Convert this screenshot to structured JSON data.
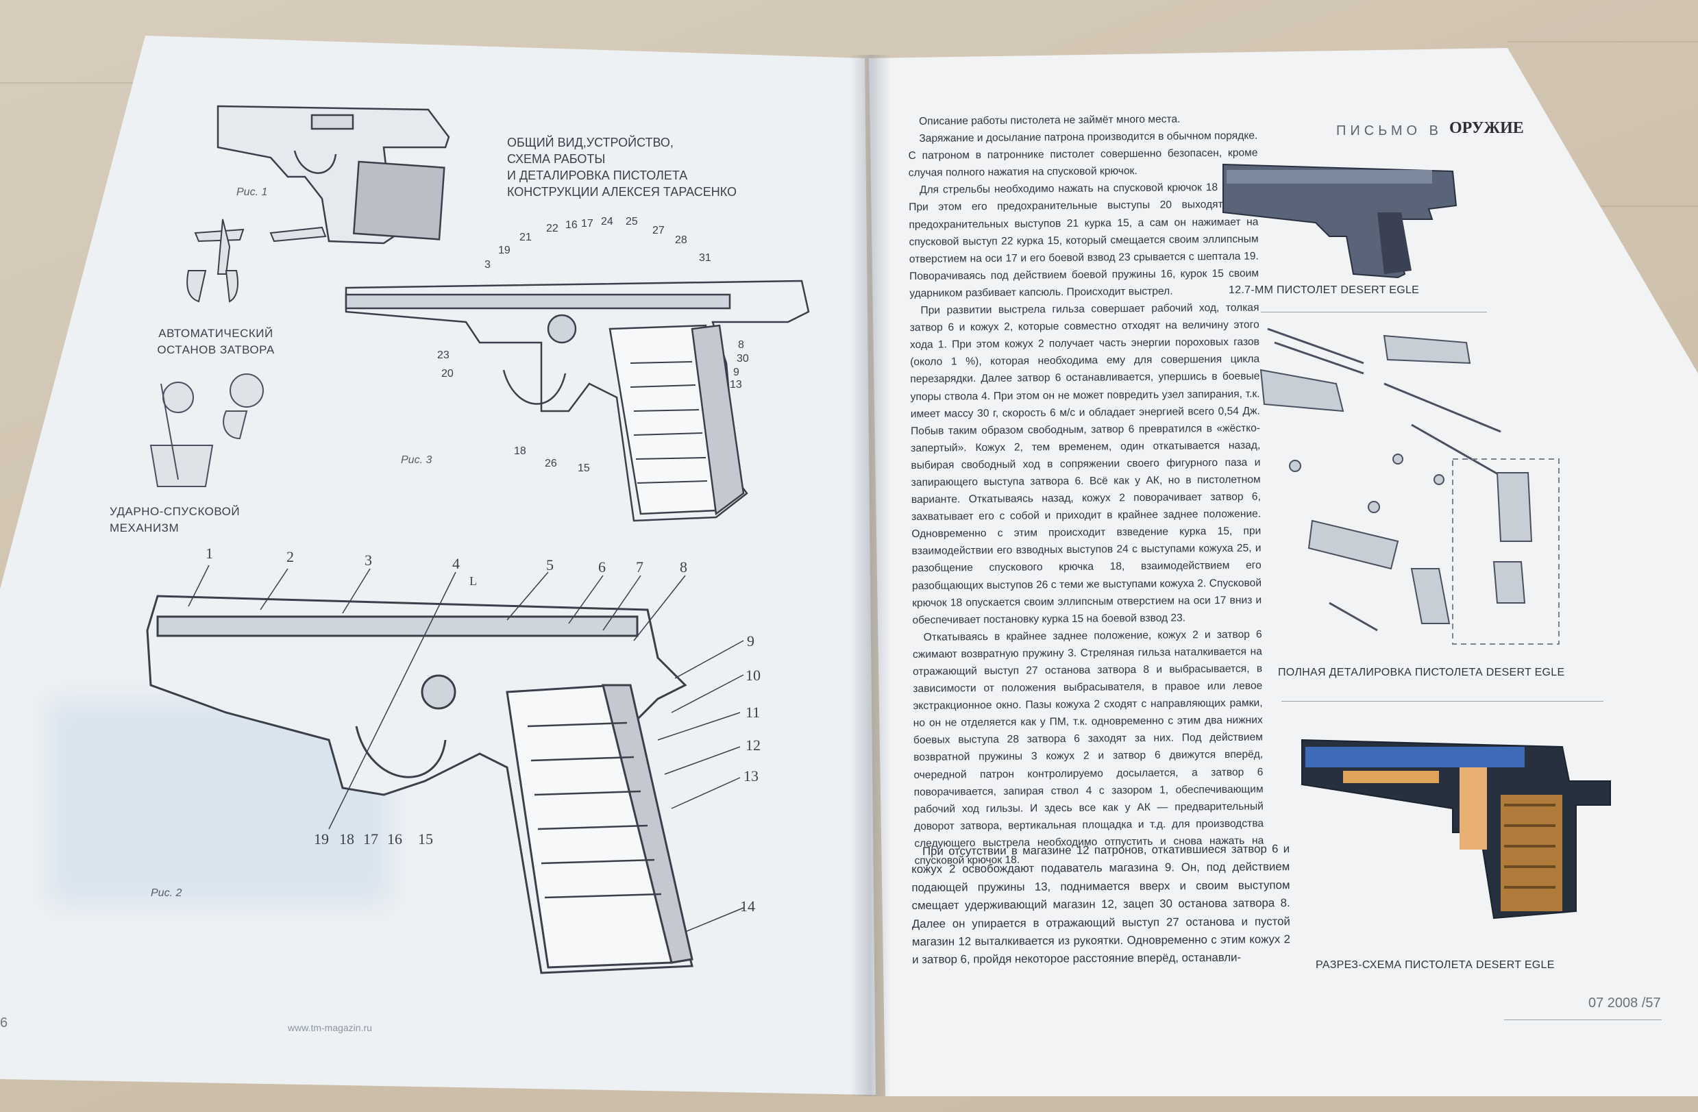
{
  "left_page": {
    "title_lines": [
      "ОБЩИЙ ВИД,УСТРОЙСТВО,",
      "СХЕМА РАБОТЫ",
      "И ДЕТАЛИРОВКА ПИСТОЛЕТА",
      "КОНСТРУКЦИИ АЛЕКСЕЯ ТАРАСЕНКО"
    ],
    "fig1_label": "Рис. 1",
    "fig2_label": "Рис. 2",
    "fig3_label": "Рис. 3",
    "caption_stop": [
      "АВТОМАТИЧЕСКИЙ",
      "ОСТАНОВ ЗАТВОРА"
    ],
    "caption_trigger": [
      "УДАРНО-СПУСКОВОЙ",
      "МЕХАНИЗМ"
    ],
    "footer": "www.tm-magazin.ru",
    "page_number": "6",
    "fig3_numbers": [
      "19",
      "21",
      "22",
      "16",
      "17",
      "24",
      "25",
      "27",
      "28",
      "31",
      "3",
      "23",
      "20",
      "8",
      "30",
      "9",
      "13",
      "18",
      "26",
      "15"
    ],
    "fig2_numbers": [
      "1",
      "2",
      "3",
      "4",
      "5",
      "6",
      "7",
      "8",
      "9",
      "10",
      "11",
      "12",
      "13",
      "14",
      "19",
      "18",
      "17",
      "16",
      "15",
      "L"
    ]
  },
  "right_page": {
    "header": "ПИСЬМО В",
    "header_logo": "ОРУЖИЕ",
    "footer": "07 2008 /57",
    "caption_desert": "12.7-ММ ПИСТОЛЕТ DESERT EGLE",
    "caption_parts": "ПОЛНАЯ ДЕТАЛИРОВКА  ПИСТОЛЕТА DESERT EGLE",
    "caption_cut": "РАЗРЕЗ-СХЕМА ПИСТОЛЕТА DESERT EGLE",
    "column1": [
      "Описание работы пистолета не займёт много места.",
      "Заряжание и досылание патрона производится в обычном порядке. С патроном в патроннике пистолет совершенно безопасен, кроме случая полного нажатия на спусковой крючок.",
      "Для стрельбы необходимо нажать на спусковой крючок 18 (рис.3). При этом его предохранительные выступы 20 выходят из-за предохранительных выступов 21 курка 15, а сам он нажимает на спусковой выступ 22 курка 15, который смещается своим эллипсным отверстием на оси 17 и его боевой взвод 23 срывается с шептала 19. Поворачиваясь под действием боевой пружины 16, курок 15 своим ударником разбивает капсюль. Происходит выстрел.",
      "При развитии выстрела гильза совершает рабочий ход, толкая затвор 6 и кожух 2, которые совместно отходят на величину этого хода 1. При этом кожух 2 получает часть энергии пороховых газов (около 1 %), которая необходима ему для совершения цикла перезарядки. Далее затвор 6 останавливается, упершись в боевые упоры ствола 4. При этом он не может повредить узел запирания, т.к. имеет массу 30 г, скорость 6 м/с и обладает энергией всего 0,54 Дж. Побыв таким образом свободным, затвор 6 превратился в «жёстко-запертый». Кожух 2, тем временем, один откатывается назад, выбирая свободный ход в сопряжении своего фигурного паза и запирающего выступа затвора 6. Всё как у АК, но в пистолетном варианте. Откатываясь назад, кожух 2 поворачивает затвор 6, захватывает его с собой и приходит в крайнее заднее положение. Одновременно с этим происходит взведение курка 15, при взаимодействии его взводных выступов 24 с выступами кожуха 25, и разобщение спускового крючка 18, взаимодействием его разобщающих выступов 26 с теми же выступами кожуха 2. Спусковой крючок 18 опускается своим эллипсным отверстием на оси 17 вниз и обеспечивает постановку курка 15 на боевой взвод 23.",
      "Откатываясь в крайнее заднее положение, кожух 2 и затвор 6 сжимают возвратную пружину 3. Стреляная гильза наталкивается на отражающий выступ 27 останова затвора 8 и выбрасывается, в зависимости от положения выбрасывателя, в правое или левое экстракционное окно. Пазы кожуха 2 сходят с направляющих рамки, но он не отделяется как у ПМ, т.к. одновременно с этим два нижних боевых выступа 28 затвора 6 заходят за них. Под действием возвратной пружины 3 кожух 2 и затвор 6 движутся вперёд, очередной патрон контролируемо досылается, а затвор 6 поворачивается, запирая ствол 4 с зазором 1, обеспечивающим рабочий ход гильзы. И здесь все как у АК — предварительный доворот затвора, вертикальная площадка и т.д. для производства следующего выстрела необходимо отпустить и снова нажать на спусковой крючок 18."
    ],
    "column2": [
      "При отсутствии в магазине 12 патронов, откатившиеся затвор 6 и кожух 2 освобождают подаватель магазина 9. Он, под действием подающей пружины 13, поднимается вверх и своим выступом смещает удерживающий магазин 12, зацеп 30 останова затвора 8. Далее он упирается в отражающий выступ 27 останова и пустой магазин 12 выталкивается из рукоятки. Одновременно с этим кожух 2 и затвор 6, пройдя некоторое расстояние вперёд, останавли-"
    ]
  }
}
